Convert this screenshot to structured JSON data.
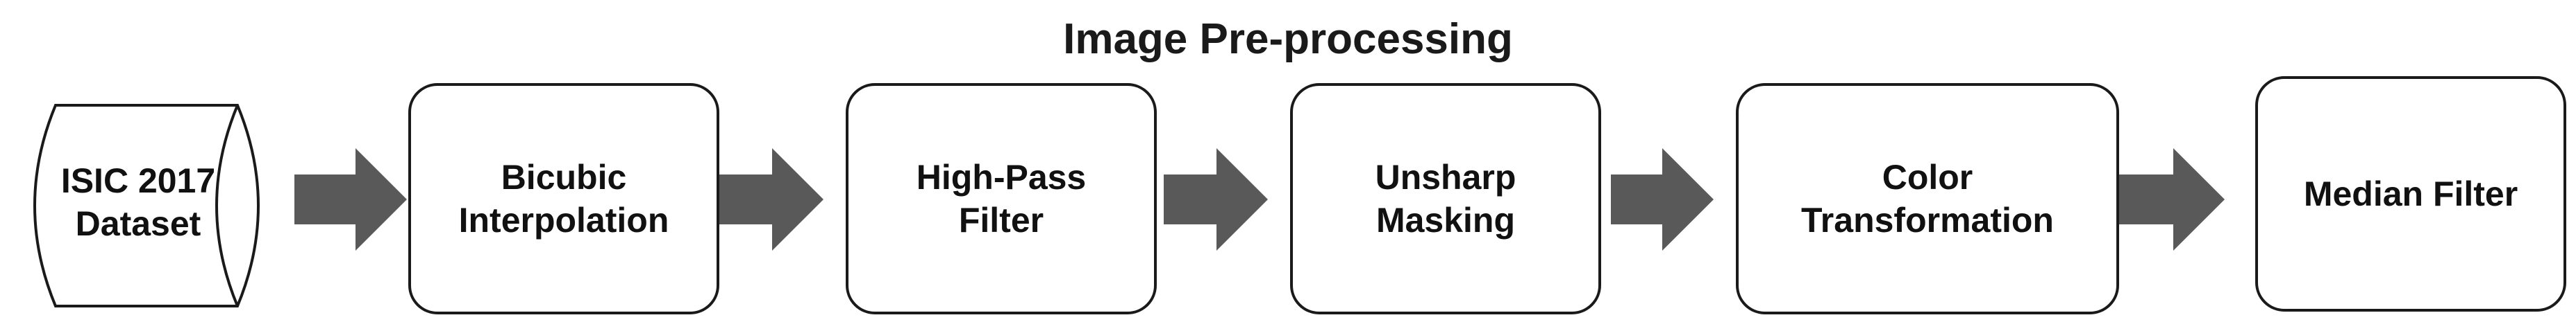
{
  "title": "Image Pre-processing",
  "dataset": {
    "label": "ISIC 2017\nDataset"
  },
  "steps": [
    {
      "label": "Bicubic\nInterpolation"
    },
    {
      "label": "High-Pass\nFilter"
    },
    {
      "label": "Unsharp\nMasking"
    },
    {
      "label": "Color\nTransformation"
    },
    {
      "label": "Median Filter"
    }
  ],
  "colors": {
    "arrow": "#595959",
    "border": "#1a1a1a",
    "text": "#111111"
  }
}
